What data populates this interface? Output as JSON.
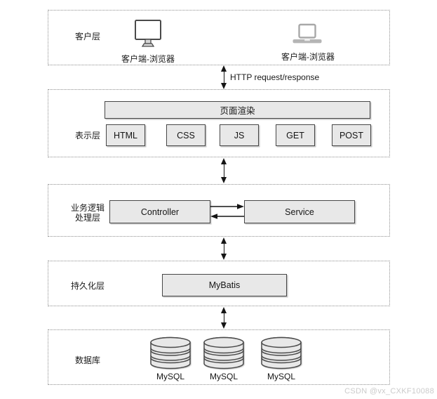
{
  "connectors": {
    "http_label": "HTTP request/response"
  },
  "layers": {
    "client": {
      "label": "客户层",
      "clients": [
        {
          "icon": "desktop-monitor-icon",
          "label": "客户端-浏览器"
        },
        {
          "icon": "laptop-icon",
          "label": "客户端-浏览器"
        }
      ]
    },
    "presentation": {
      "label": "表示层",
      "bar": "页面渲染",
      "boxes": [
        "HTML",
        "CSS",
        "JS",
        "GET",
        "POST"
      ]
    },
    "business": {
      "label_line1": "业务逻辑",
      "label_line2": "处理层",
      "boxes": [
        "Controller",
        "Service"
      ]
    },
    "persistence": {
      "label": "持久化层",
      "box": "MyBatis"
    },
    "database": {
      "label": "数据库",
      "nodes": [
        "MySQL",
        "MySQL",
        "MySQL"
      ]
    }
  },
  "watermark": {
    "text": "CSDN @vx_CXKF10088"
  },
  "colors": {
    "box_fill": "#e8e8e8",
    "box_border": "#474747",
    "dotted_border": "#8f8f8f",
    "arrow": "#151515",
    "laptop_gray": "#b5b5b5",
    "watermark": "#cbcbcb"
  },
  "icons": [
    "desktop-monitor-icon",
    "laptop-icon",
    "database-cylinder-icon",
    "double-headed-arrow-icon"
  ]
}
